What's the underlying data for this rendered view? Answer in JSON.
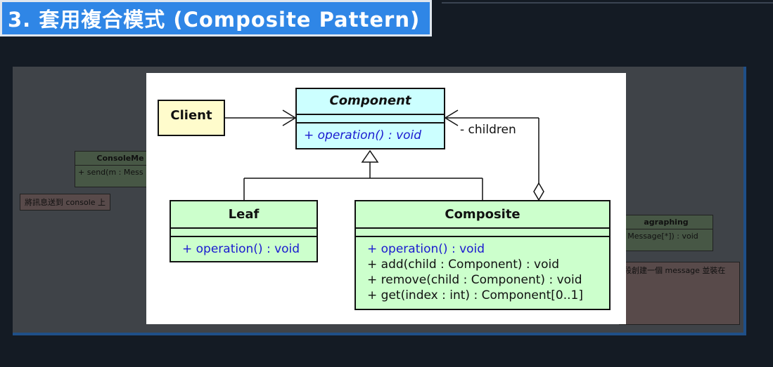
{
  "slide": {
    "title": "3. 套用複合模式 (Composite Pattern)"
  },
  "background_diagram": {
    "console_class": {
      "name": "ConsoleMe",
      "method": "+ send(m : Mess"
    },
    "console_note": "將訊息送到 console 上",
    "paragraph_class": {
      "name": "agraphing",
      "method": ": Message[*]) : void"
    },
    "paragraph_note": "段創建一個 message 並裝在"
  },
  "uml": {
    "client": {
      "name": "Client"
    },
    "component": {
      "name": "Component",
      "ops": [
        "+ operation() : void"
      ]
    },
    "leaf": {
      "name": "Leaf",
      "ops": [
        "+ operation() : void"
      ]
    },
    "composite": {
      "name": "Composite",
      "ops": [
        "+ operation() : void",
        "+ add(child : Component) : void",
        "+ remove(child : Component) : void",
        "+ get(index : int) : Component[0..1]"
      ]
    },
    "children_label": "- children"
  },
  "colors": {
    "title_bg": "#2f86e6",
    "client_fill": "#fffccc",
    "component_fill": "#ccffff",
    "leaf_fill": "#ccffcc",
    "operation_text": "#1a1ad0"
  }
}
